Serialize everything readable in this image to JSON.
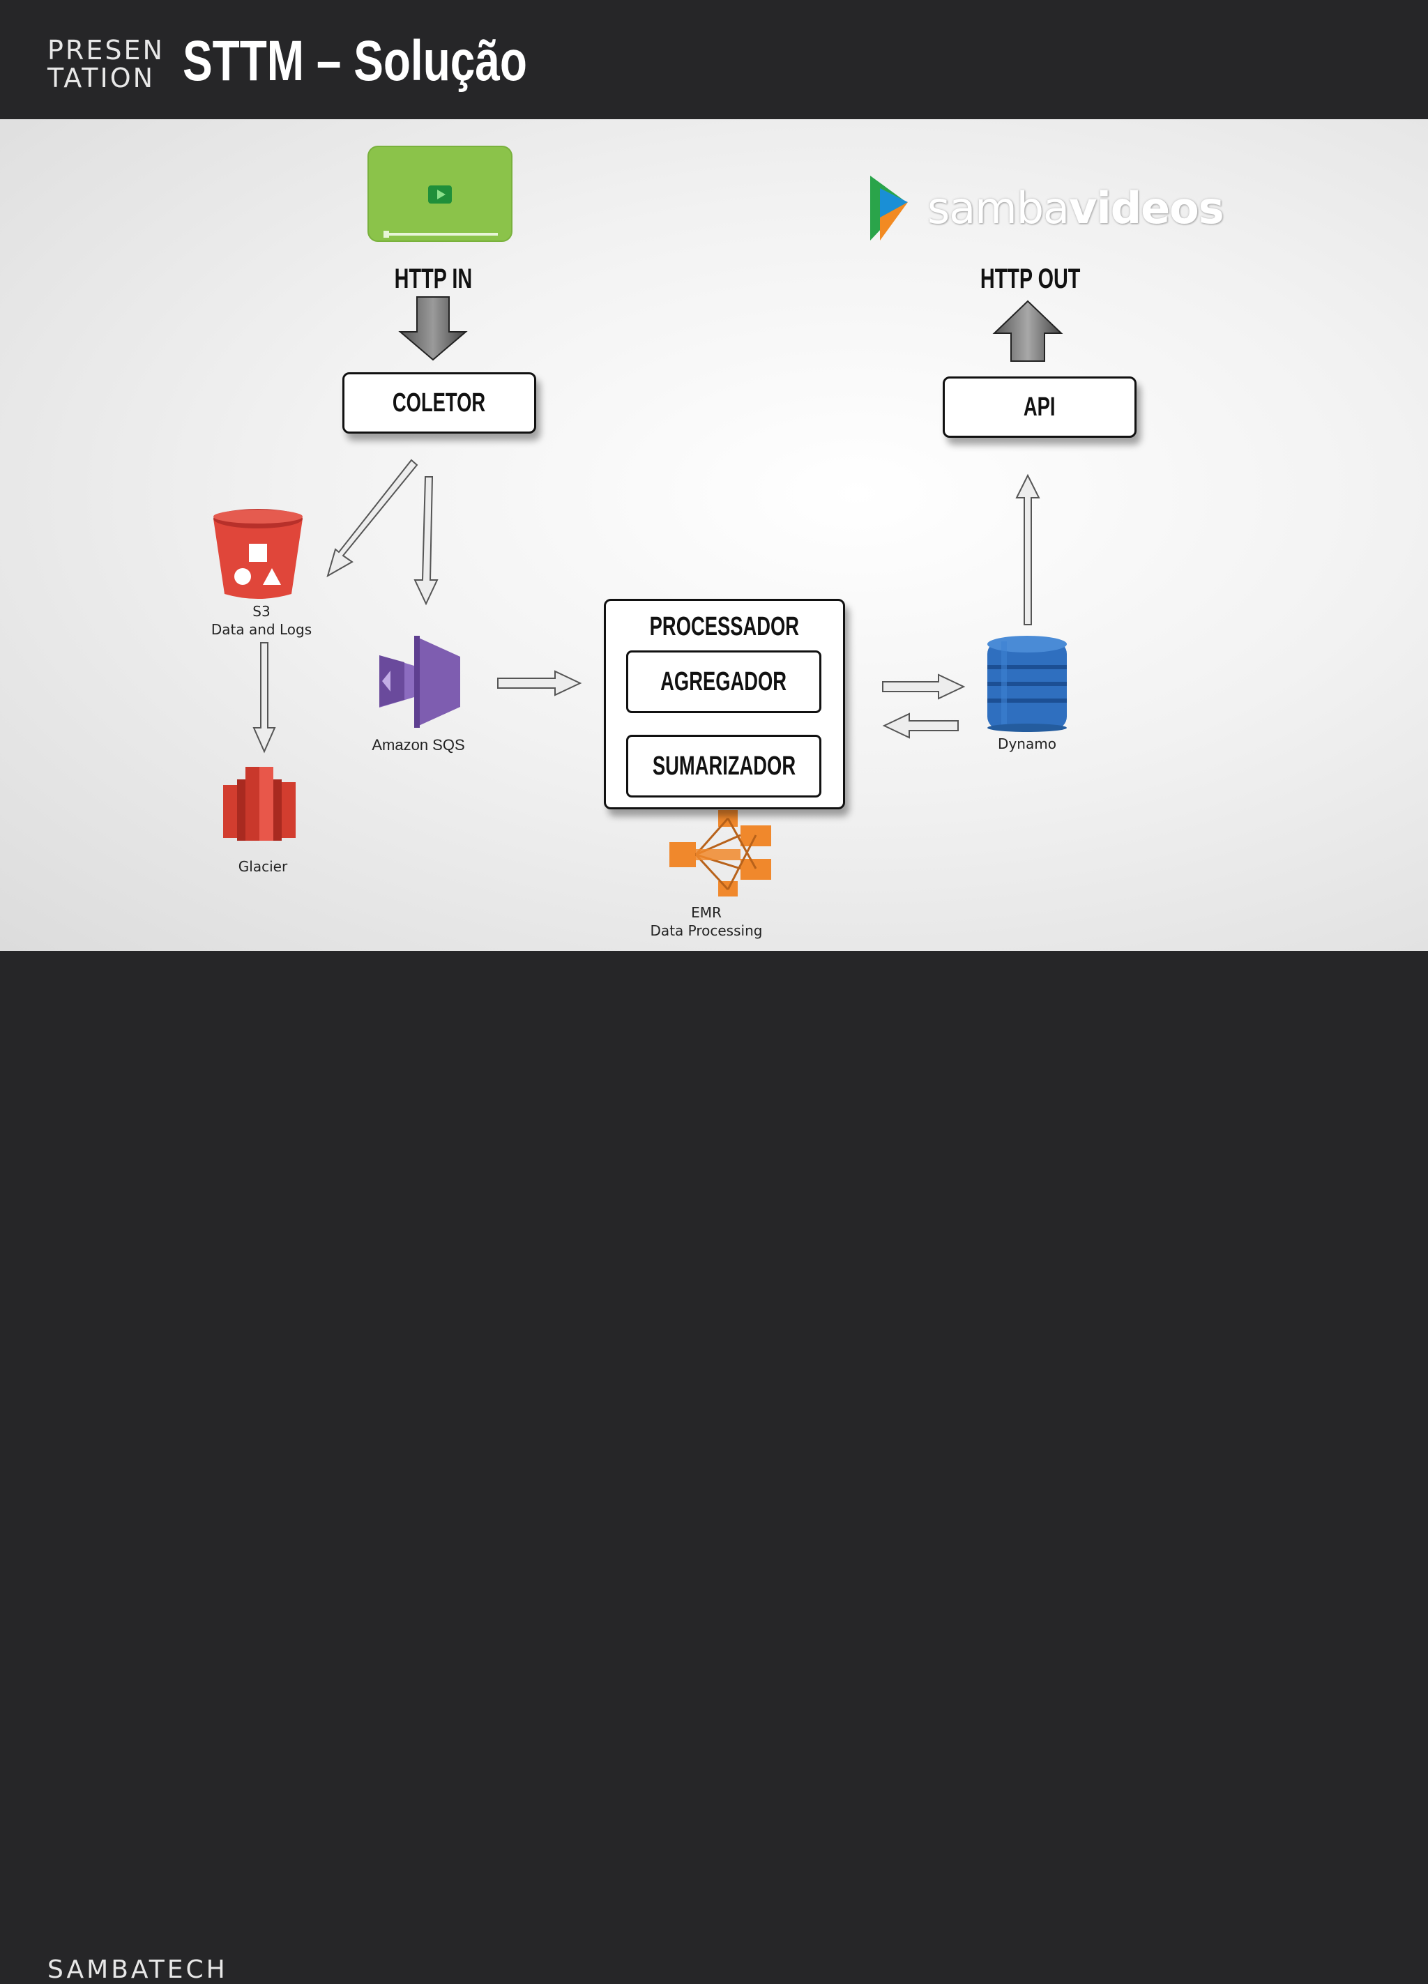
{
  "header": {
    "badge_line1": "PRESEN",
    "badge_line2": "TATION",
    "title": "STTM – Solução"
  },
  "footer": {
    "brand": "SAMBATECH"
  },
  "diagram": {
    "http_in": "HTTP IN",
    "http_out": "HTTP OUT",
    "coletor": "COLETOR",
    "api": "API",
    "processador": "PROCESSADOR",
    "agregador": "AGREGADOR",
    "sumarizador": "SUMARIZADOR",
    "s3_line1": "S3",
    "s3_line2": "Data and Logs",
    "sqs": "Amazon SQS",
    "glacier": "Glacier",
    "dynamo": "Dynamo",
    "emr_line1": "EMR",
    "emr_line2": "Data Processing",
    "samba_brand_a": "samba",
    "samba_brand_b": "videos"
  },
  "icons": [
    "video-player-icon",
    "samba-play-logo-icon",
    "s3-bucket-icon",
    "sqs-icon",
    "glacier-icon",
    "dynamo-icon",
    "emr-icon"
  ],
  "colors": {
    "bar": "#262628",
    "video_green": "#8bc34a",
    "s3_red": "#e0463a",
    "sqs_purple": "#7e5db0",
    "glacier_red": "#d23d2f",
    "dynamo_blue": "#2f6fbf",
    "emr_orange": "#f0882c"
  }
}
